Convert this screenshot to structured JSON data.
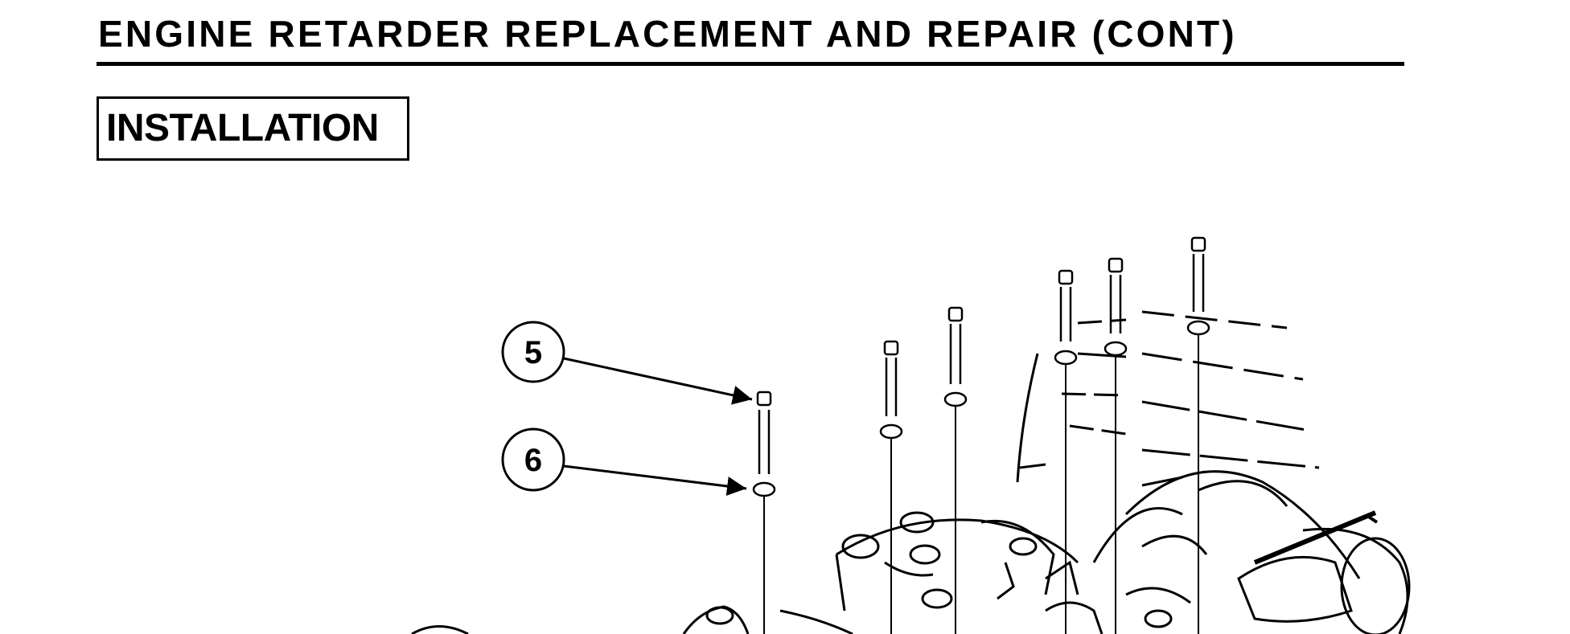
{
  "header": {
    "title": "ENGINE RETARDER REPLACEMENT AND REPAIR (CONT)"
  },
  "section": {
    "label": "INSTALLATION"
  },
  "figure": {
    "callouts": [
      {
        "label": "5"
      },
      {
        "label": "6"
      }
    ]
  }
}
